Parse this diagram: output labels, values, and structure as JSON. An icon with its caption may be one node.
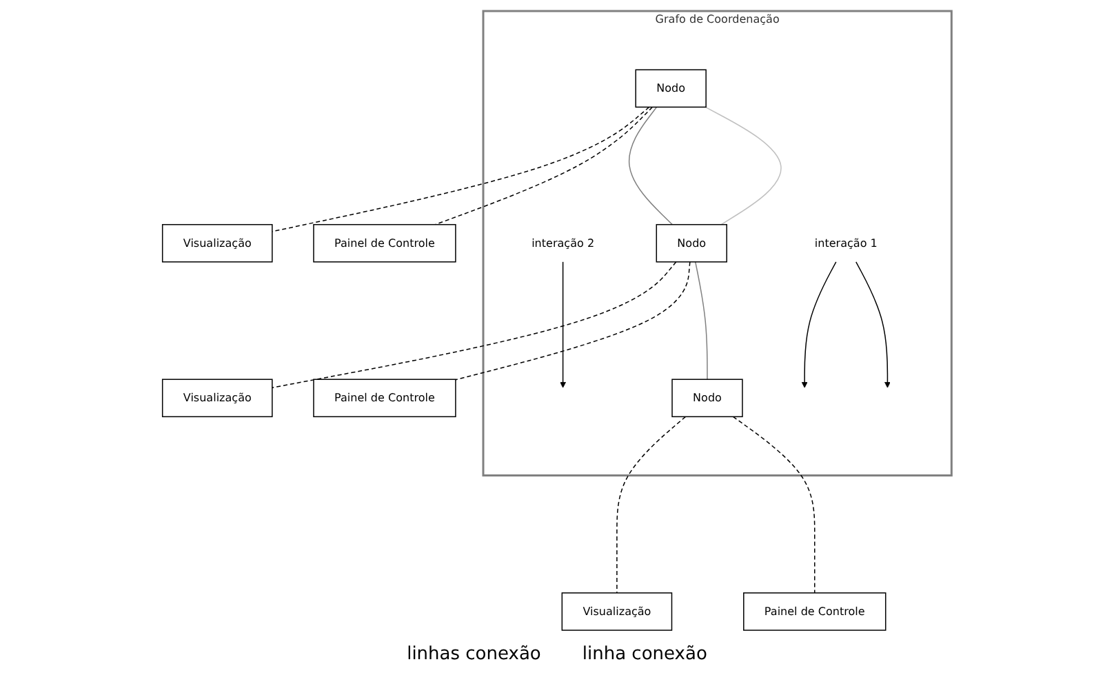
{
  "diagram": {
    "nodes": [
      {
        "text": [
          "Grafo de Coordenação"
        ]
      },
      {
        "text": [
          "Nodo"
        ],
        "in": 0
      },
      {
        "text": [
          "Visualização"
        ]
      },
      {
        "text": [
          "Painel de Controle"
        ]
      },
      {
        "text": [
          "interação 2"
        ],
        "in": 0
      },
      {
        "text": [
          "Nodo"
        ],
        "in": 0
      },
      {
        "text": [
          "Visualização"
        ]
      },
      {
        "text": [
          "Painel de Controle"
        ]
      },
      {
        "text": [
          "interação 1"
        ],
        "in": 0
      },
      {
        "text": [
          "Nodo"
        ],
        "in": 0
      },
      {
        "text": [
          "Visualização"
        ]
      },
      {
        "text": [
          "Painel de Controle"
        ]
      }
    ],
    "edges": [
      {
        "from": 1,
        "to": 2,
        "arrow": "none",
        "style": "dashed"
      },
      {
        "from": 1,
        "to": 3,
        "arrow": "none",
        "style": "dashed"
      },
      {
        "from": 5,
        "to": 6,
        "arrow": "none",
        "style": "dashed"
      },
      {
        "from": 5,
        "to": 7,
        "arrow": "none",
        "style": "dashed"
      },
      {
        "from": 9,
        "to": 10,
        "arrow": "none",
        "style": "dashed"
      },
      {
        "from": 9,
        "to": 11,
        "arrow": "none",
        "style": "dashed"
      },
      {
        "from": 1,
        "to": 5,
        "arrow": "none",
        "color": "#808080"
      },
      {
        "from": 1,
        "to": 5,
        "arrow": "none",
        "color": "#c0c0c0"
      },
      {
        "from": 5,
        "to": 9,
        "arrow": "none",
        "color": "#808080"
      },
      {
        "from": 4,
        "to": null,
        "arrow": "to"
      },
      {
        "from": 8,
        "to": null,
        "arrow": "to"
      },
      {
        "from": 8,
        "to": null,
        "arrow": "to"
      }
    ],
    "labels": [
      "linhas conexão",
      "linha conexão"
    ]
  }
}
